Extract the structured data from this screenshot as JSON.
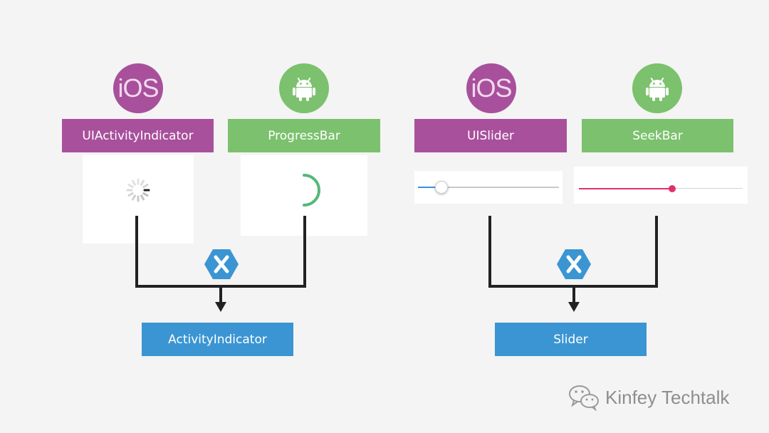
{
  "left_group": {
    "ios_badge": "iOS",
    "ios_label": "UIActivityIndicator",
    "android_label": "ProgressBar",
    "result_label": "ActivityIndicator"
  },
  "right_group": {
    "ios_badge": "iOS",
    "ios_label": "UISlider",
    "android_label": "SeekBar",
    "result_label": "Slider"
  },
  "watermark": {
    "text": "Kinfey Techtalk"
  },
  "colors": {
    "ios": "#a8509c",
    "android": "#7cc16e",
    "xamarin": "#3b95d3",
    "uislider_track": "#3b8fe0",
    "seekbar_track": "#e0306a"
  },
  "icons": {
    "android": "android-robot-icon",
    "xamarin": "xamarin-x-icon",
    "watermark": "wechat-icon"
  },
  "uislider_value": 0.16,
  "seekbar_value": 0.57
}
